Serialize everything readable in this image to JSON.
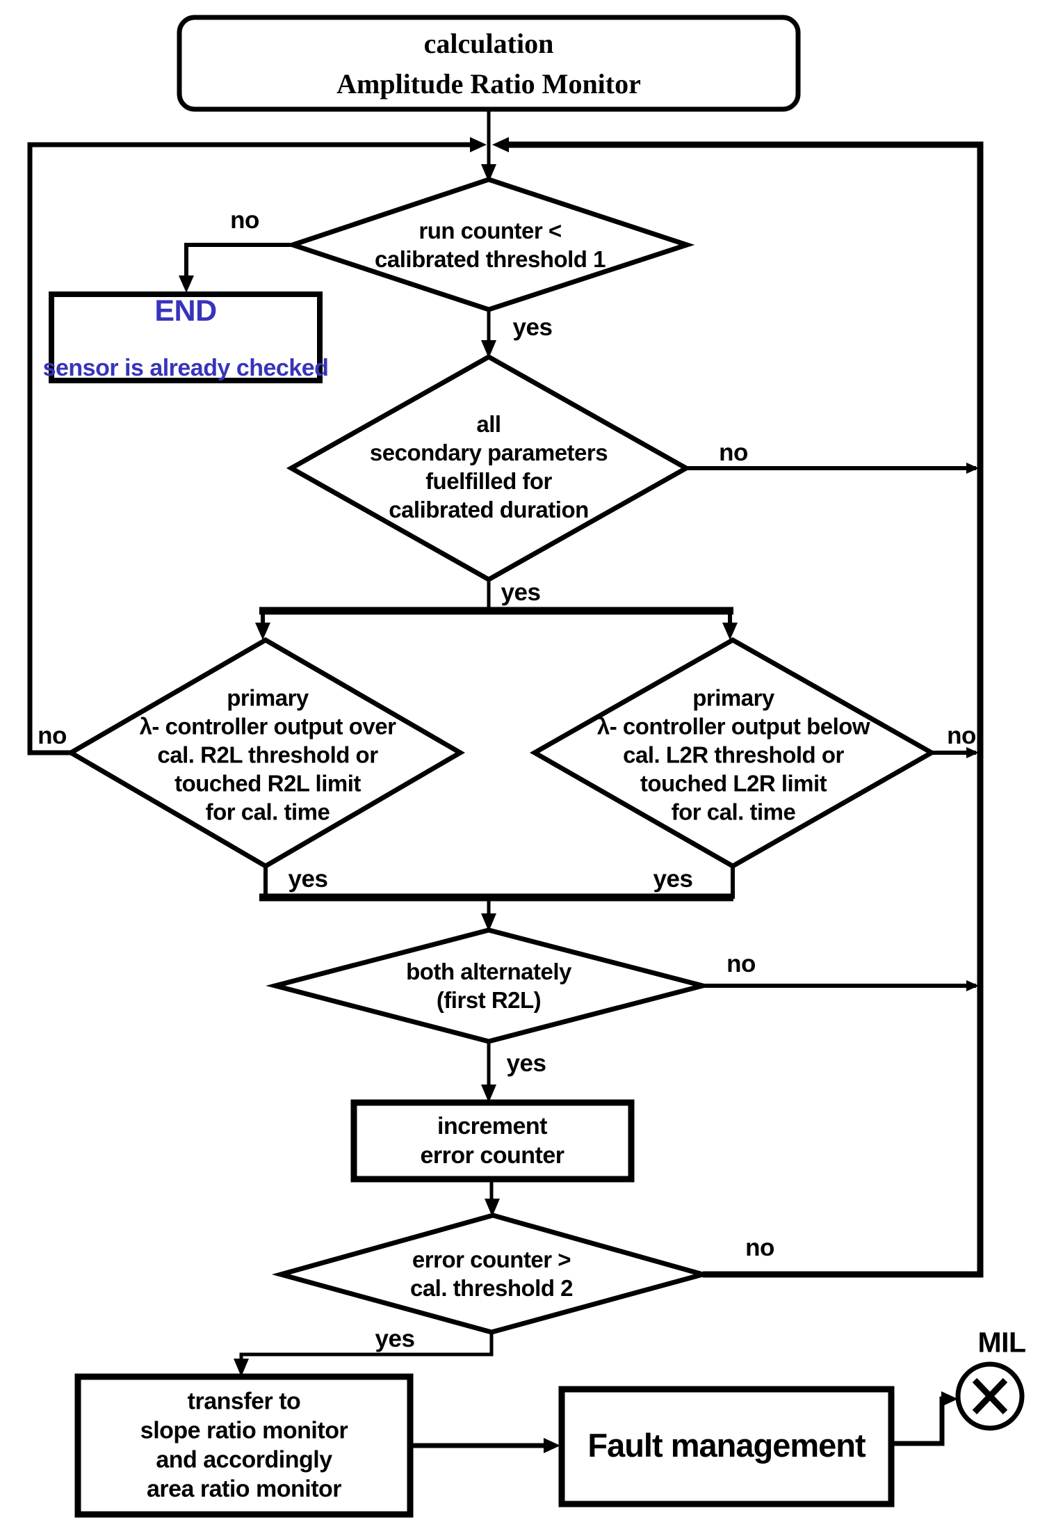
{
  "diagram": {
    "type": "flowchart",
    "nodes": {
      "start": "calculation\nAmplitude Ratio Monitor",
      "run_counter": "run counter <\ncalibrated threshold 1",
      "end_title": "END",
      "end_subtitle": "sensor is already checked",
      "secondary_params": "all\nsecondary parameters\nfuelfilled for\ncalibrated duration",
      "r2l_check": "primary\nλ- controller output over\ncal. R2L threshold or\ntouched R2L limit\nfor cal. time",
      "l2r_check": "primary\nλ- controller output below\ncal. L2R threshold or\ntouched L2R limit\nfor cal. time",
      "both_alternately": "both alternately\n(first R2L)",
      "increment": "increment\nerror counter",
      "error_counter": "error counter >\ncal. threshold 2",
      "transfer": "transfer to\nslope ratio monitor\nand accordingly\narea ratio monitor",
      "fault_management": "Fault management",
      "mil": "MIL"
    },
    "edge_labels": {
      "run_counter_no": "no",
      "run_counter_yes": "yes",
      "secondary_no": "no",
      "secondary_yes": "yes",
      "r2l_no": "no",
      "r2l_yes": "yes",
      "l2r_no": "no",
      "l2r_yes": "yes",
      "both_no": "no",
      "both_yes": "yes",
      "error_no": "no",
      "error_yes": "yes"
    },
    "colors": {
      "line": "#000000",
      "end_text": "#3734bb",
      "background": "#ffffff"
    }
  }
}
